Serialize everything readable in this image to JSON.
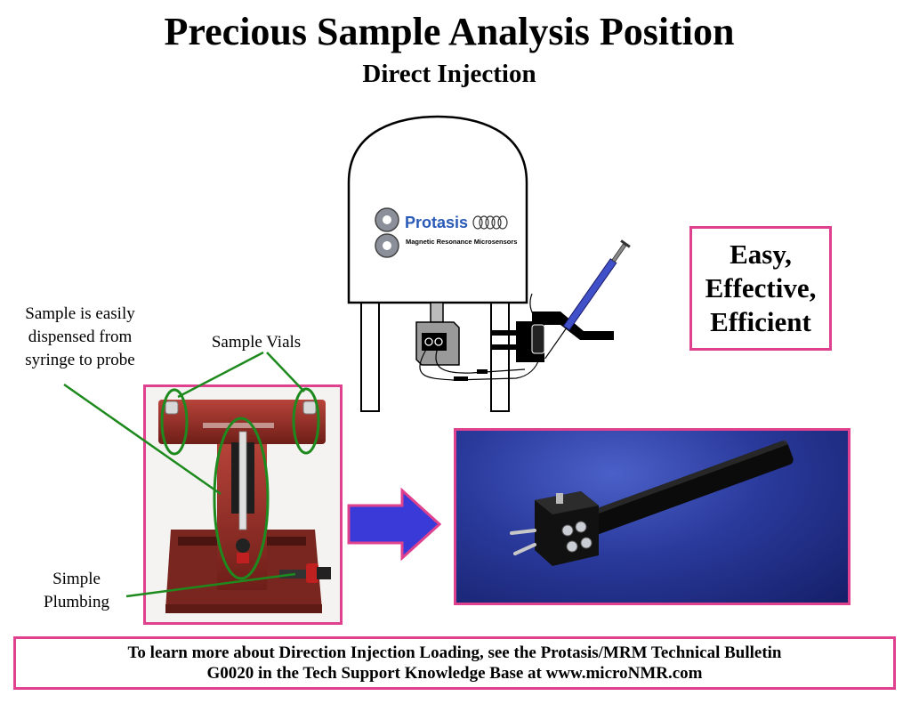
{
  "title": "Precious Sample Analysis Position",
  "subtitle": "Direct Injection",
  "labels": {
    "dispense": [
      "Sample is easily",
      "dispensed from",
      "syringe to probe"
    ],
    "vials": "Sample Vials",
    "plumbing": [
      "Simple",
      "Plumbing"
    ]
  },
  "benefits": [
    "Easy,",
    "Effective,",
    "Efficient"
  ],
  "logo": {
    "brand": "Protasis",
    "tagline": "Magnetic Resonance Microsensors"
  },
  "footer": [
    "To learn more about Direction Injection Loading, see the Protasis/MRM Technical Bulletin",
    "G0020 in the Tech Support Knowledge Base at www.microNMR.com"
  ],
  "colors": {
    "frame_accent": "#e0418f",
    "callout_green": "#1e8a1e",
    "arrow_fill": "#3a3ad8",
    "arrow_stroke": "#e0418f",
    "brand_blue": "#2a5ab8",
    "stand_red": "#8c2a22",
    "probe_background": "#2a3a9c"
  }
}
